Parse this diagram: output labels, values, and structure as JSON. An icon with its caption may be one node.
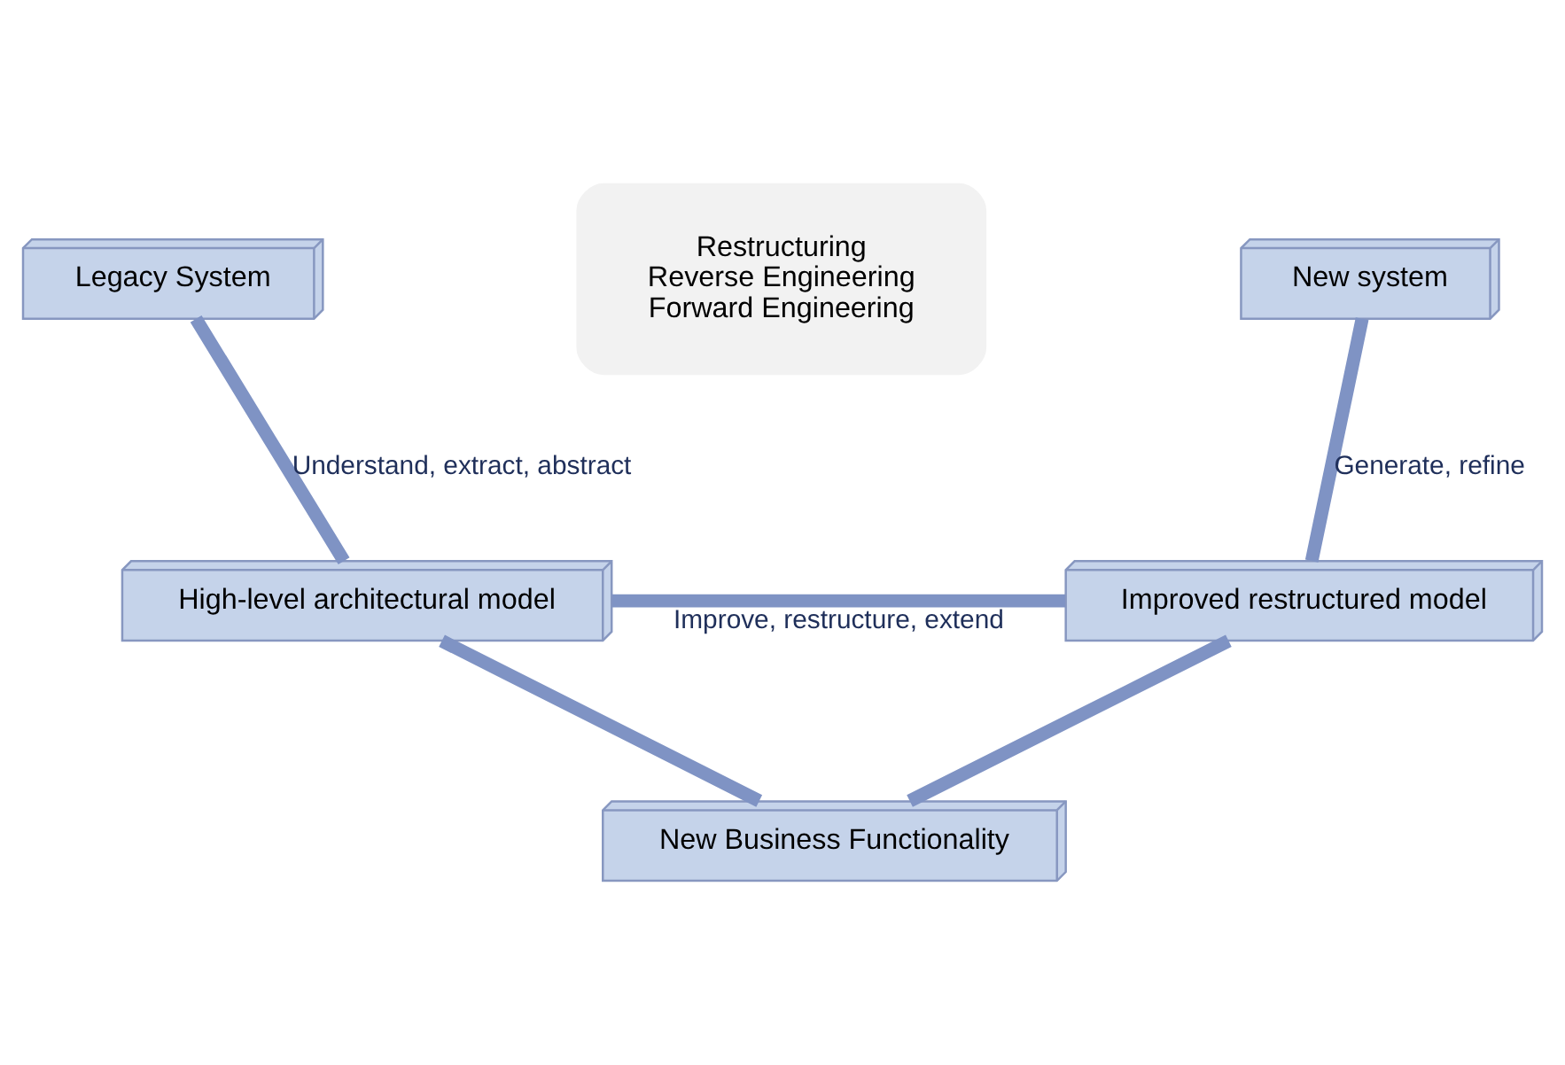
{
  "diagram": {
    "nodes": [
      {
        "text": [
          "New Business Functionality"
        ]
      },
      {
        "text": [
          "High-level architectural model"
        ]
      },
      {
        "text": [
          "Improved restructured model"
        ]
      },
      {
        "text": [
          "Restructuring",
          "Reverse Engineering",
          "Forward Engineering"
        ]
      },
      {
        "text": [
          "Legacy System"
        ]
      },
      {
        "text": [
          "New system"
        ]
      }
    ],
    "edges": [
      {
        "from": 4,
        "to": 1,
        "arrow": "none",
        "label": "Understand, extract, abstract"
      },
      {
        "from": 1,
        "to": 2,
        "arrow": "none",
        "label": "Improve, restructure, extend"
      },
      {
        "from": 0,
        "to": 1,
        "arrow": "none"
      },
      {
        "from": 0,
        "to": 2,
        "arrow": "none"
      },
      {
        "from": 2,
        "to": 5,
        "arrow": "none",
        "label": "Generate, refine"
      }
    ]
  }
}
